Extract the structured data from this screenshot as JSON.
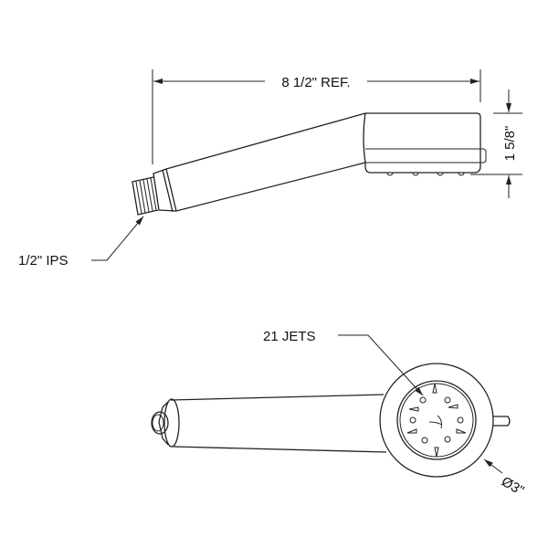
{
  "drawing": {
    "overall_length_label": "8 1/2\" REF.",
    "head_height_label": "1 5/8\"",
    "connection_label": "1/2\" IPS",
    "jets_label": "21 JETS",
    "diameter_label": "Ø3\""
  },
  "colors": {
    "line": "#222222",
    "background": "#ffffff"
  }
}
